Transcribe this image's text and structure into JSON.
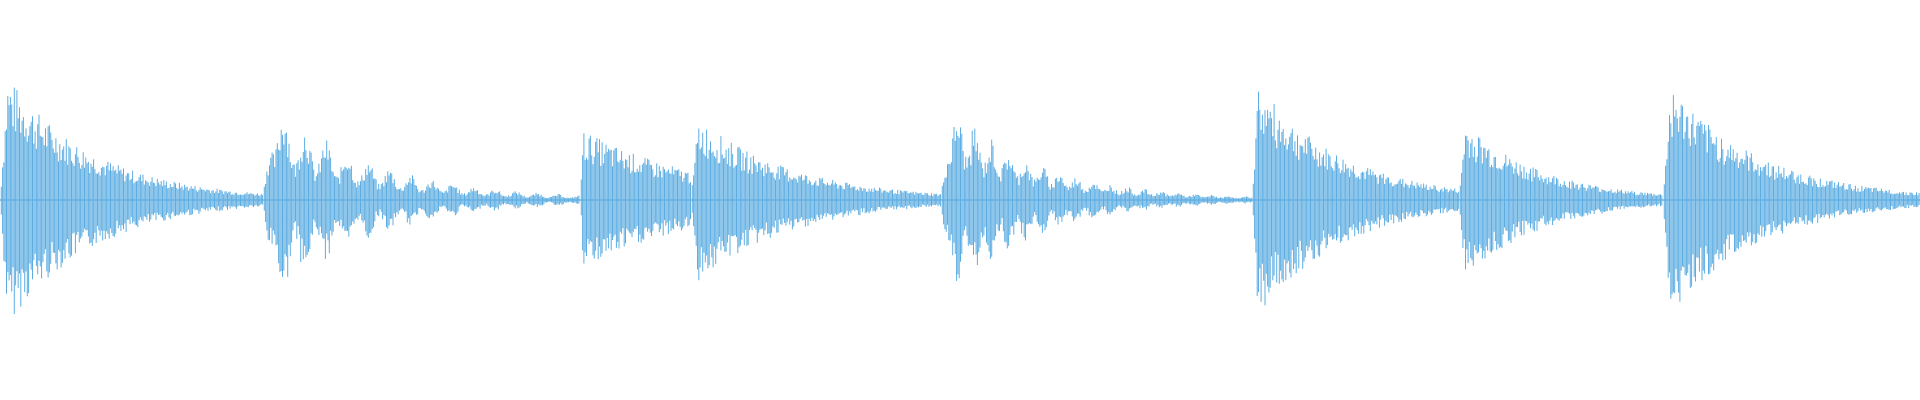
{
  "waveform": {
    "color": "#5DADE2",
    "background": "#ffffff",
    "segments": [
      {
        "start": 0.0,
        "end": 0.137,
        "peak": 0.68,
        "decay": 3.0,
        "ripple": 0.0,
        "freq": 140
      },
      {
        "start": 0.137,
        "end": 0.302,
        "peak": 0.58,
        "decay": 3.2,
        "ripple": 0.55,
        "freq": 90
      },
      {
        "start": 0.302,
        "end": 0.36,
        "peak": 0.36,
        "decay": 0.9,
        "ripple": 0.0,
        "freq": 140
      },
      {
        "start": 0.36,
        "end": 0.49,
        "peak": 0.44,
        "decay": 2.6,
        "ripple": 0.0,
        "freq": 140
      },
      {
        "start": 0.49,
        "end": 0.652,
        "peak": 0.55,
        "decay": 3.5,
        "ripple": 0.45,
        "freq": 110
      },
      {
        "start": 0.652,
        "end": 0.76,
        "peak": 0.62,
        "decay": 2.4,
        "ripple": 0.0,
        "freq": 140
      },
      {
        "start": 0.76,
        "end": 0.866,
        "peak": 0.42,
        "decay": 2.6,
        "ripple": 0.0,
        "freq": 140
      },
      {
        "start": 0.866,
        "end": 1.0,
        "peak": 0.62,
        "decay": 2.8,
        "ripple": 0.0,
        "freq": 140
      }
    ]
  }
}
